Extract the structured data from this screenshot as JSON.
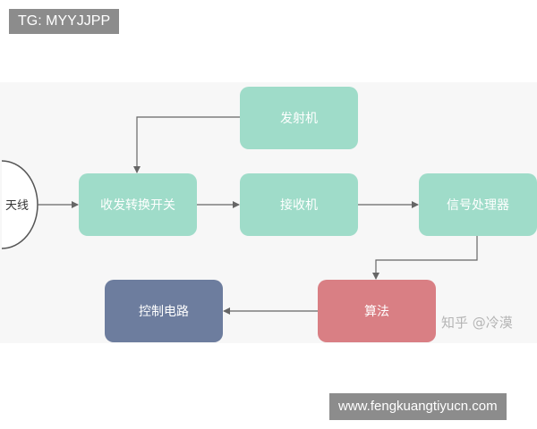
{
  "watermarks": {
    "top_left": "TG: MYYJJPP",
    "bottom_right": "www.fengkuangtiyucn.com"
  },
  "diagram": {
    "antenna": "天线",
    "nodes": {
      "transmitter": "发射机",
      "tr_switch": "收发转换开关",
      "receiver": "接收机",
      "signal_processor": "信号处理器",
      "algorithm": "算法",
      "control_circuit": "控制电路"
    },
    "credit": "知乎 @冷漠"
  },
  "colors": {
    "node_teal": "#9fdcc9",
    "node_algorithm": "#d97f84",
    "node_control": "#6d7d9e",
    "connector": "#666666"
  }
}
